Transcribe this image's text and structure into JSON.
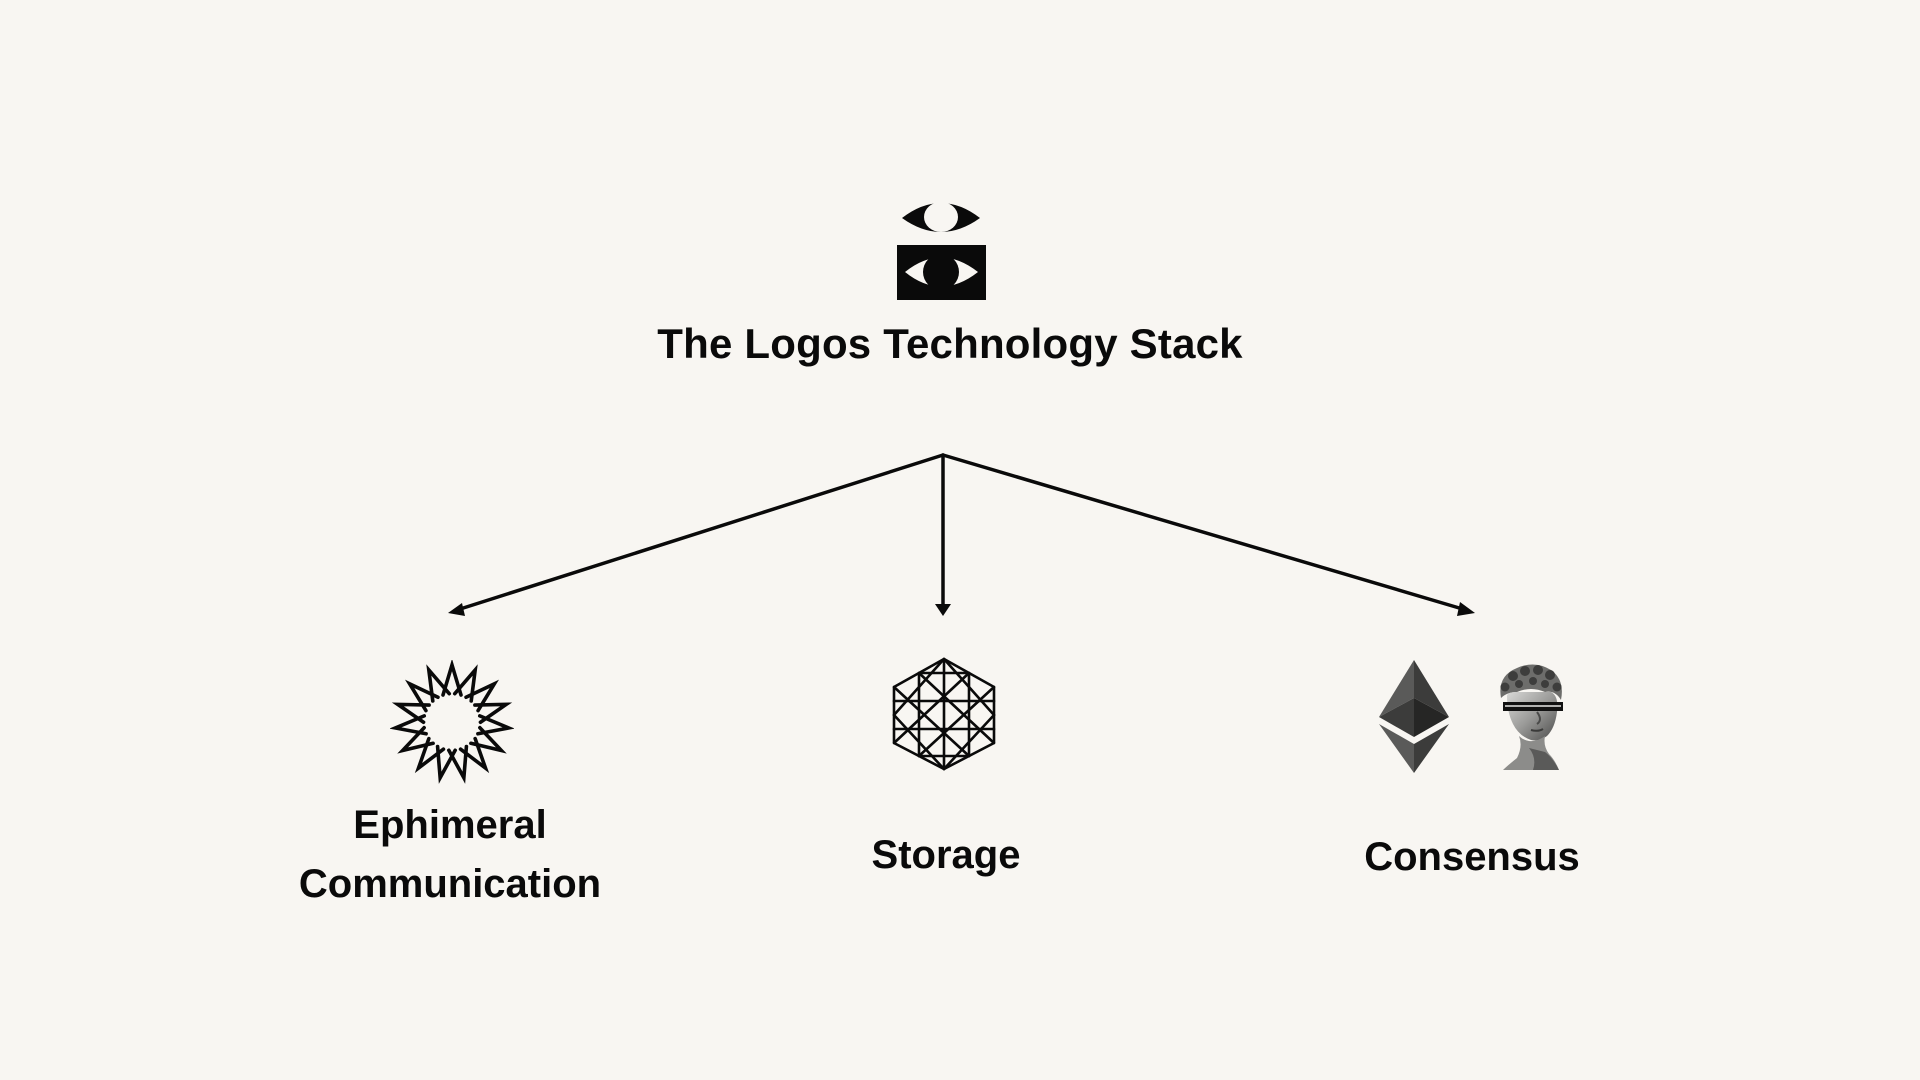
{
  "diagram": {
    "title": "The Logos Technology Stack",
    "root_icon": "logos-eye-logo",
    "children": [
      {
        "id": "ephemeral",
        "label_lines": [
          "Ephimeral",
          "Communication"
        ],
        "icons": [
          "waku-starburst-icon"
        ]
      },
      {
        "id": "storage",
        "label_lines": [
          "Storage"
        ],
        "icons": [
          "codex-hexagon-grid-icon"
        ]
      },
      {
        "id": "consensus",
        "label_lines": [
          "Consensus"
        ],
        "icons": [
          "ethereum-diamond-icon",
          "classical-bust-icon"
        ]
      }
    ]
  },
  "colors": {
    "background": "#f8f6f2",
    "ink": "#0a0a0a",
    "ethereum_dark": "#3c3c3b",
    "ethereum_light": "#8a8a8a"
  }
}
